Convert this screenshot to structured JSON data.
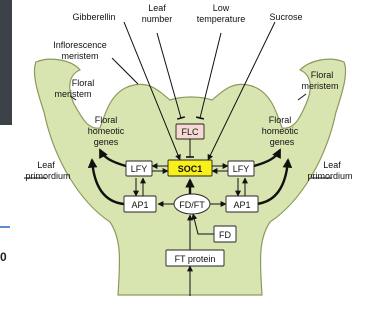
{
  "colors": {
    "background": "#ffffff",
    "plant": "#d9e5b0",
    "plant_outline": "#8c9a5e",
    "flc_box": "#f6d9d2",
    "soc1_box": "#f8ef1c",
    "boxes": "#ffffff",
    "arrows": "#111111"
  },
  "labels": {
    "gibberellin": "Gibberellin",
    "leaf_number_1": "Leaf",
    "leaf_number_2": "number",
    "low_temperature_1": "Low",
    "low_temperature_2": "temperature",
    "sucrose": "Sucrose",
    "inflorescence_meristem_1": "Inflorescence",
    "inflorescence_meristem_2": "meristem",
    "floral_meristem_left_1": "Floral",
    "floral_meristem_left_2": "meristem",
    "floral_meristem_right_1": "Floral",
    "floral_meristem_right_2": "meristem",
    "floral_homeotic_left_1": "Floral",
    "floral_homeotic_left_2": "homeotic",
    "floral_homeotic_left_3": "genes",
    "floral_homeotic_right_1": "Floral",
    "floral_homeotic_right_2": "homeotic",
    "floral_homeotic_right_3": "genes",
    "leaf_primordium_left_1": "Leaf",
    "leaf_primordium_left_2": "primordium",
    "leaf_primordium_right_1": "Leaf",
    "leaf_primordium_right_2": "primordium"
  },
  "nodes": {
    "flc": "FLC",
    "soc1": "SOC1",
    "lfy_left": "LFY",
    "lfy_right": "LFY",
    "ap1_left": "AP1",
    "ap1_right": "AP1",
    "fd_ft": "FD/FT",
    "fd": "FD",
    "ft_protein": "FT protein"
  },
  "page_fragments": {
    "left_glyph": "0"
  }
}
